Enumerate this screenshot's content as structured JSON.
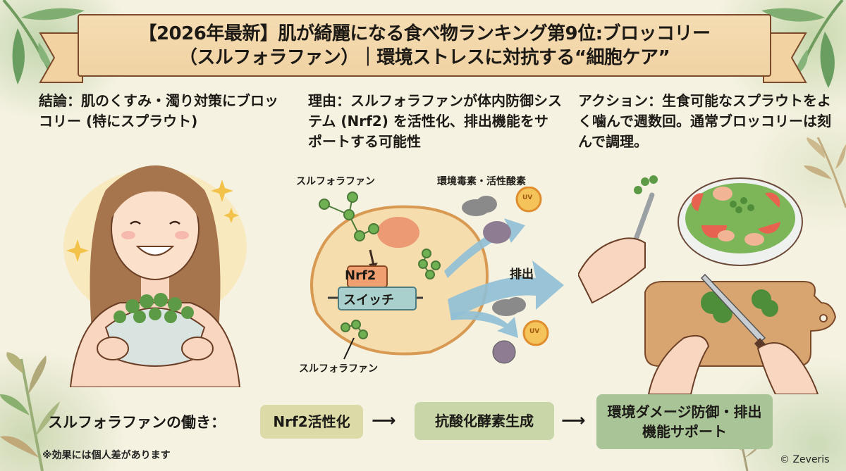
{
  "banner": {
    "line1": "【2026年最新】肌が綺麗になる食べ物ランキング第9位:ブロッコリー",
    "line2": "（スルフォラファン）｜環境ストレスに対抗する“細胞ケア”"
  },
  "columns": {
    "conclusion": "結論：肌のくすみ・濁り対策にブロッコリー (特にスプラウト)",
    "reason": "理由：スルフォラファンが体内防御システム (Nrf2) を活性化、排出機能をサポートする可能性",
    "action": "アクション：生食可能なスプラウトをよく噛んで週数回。通常ブロッコリーは刻んで調理。"
  },
  "diagram": {
    "label_top": "スルフォラファン",
    "label_threats": "環境毒素・活性酸素",
    "nrf2": "Nrf2",
    "switch": "スイッチ",
    "excretion": "排出",
    "label_bottom": "スルフォラファン",
    "uv": "UV"
  },
  "flow": {
    "title": "スルフォラファンの働き：",
    "steps": [
      "Nrf2活性化",
      "抗酸化酵素生成",
      "環境ダメージ防御・排出機能サポート"
    ],
    "step3_line1": "環境ダメージ防御・排出",
    "step3_line2": "機能サポート",
    "arrow": "⟶"
  },
  "footer": {
    "note": "※効果には個人差があります",
    "copyright": "© Zeveris"
  },
  "colors": {
    "background": "#f6f2e2",
    "banner": "#f2d6a8",
    "banner_border": "#7a4a2a",
    "nrf2_box": "#f0a070",
    "switch_box": "#a9d0cc",
    "arrow_blue": "#8fbfd6",
    "step1": "#dcdaa6",
    "step2": "#c9d6a8",
    "step3": "#a9c497"
  }
}
